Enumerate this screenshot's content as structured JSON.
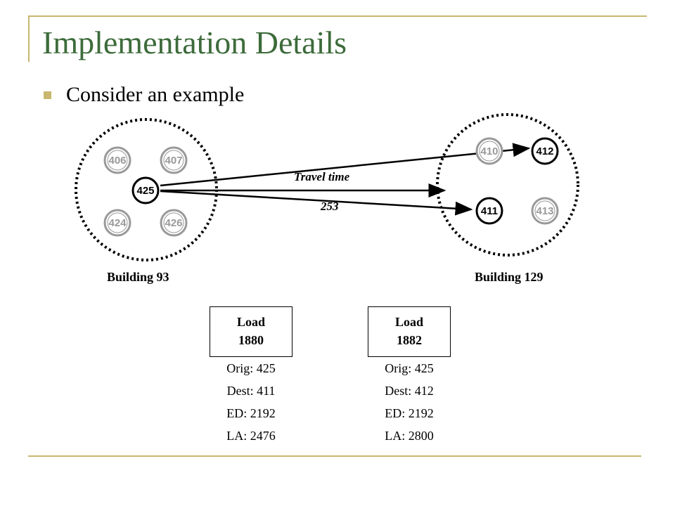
{
  "slide": {
    "title": "Implementation Details",
    "bullet": "Consider an example"
  },
  "buildings": [
    {
      "label": "Building 93"
    },
    {
      "label": "Building 129"
    }
  ],
  "nodes": {
    "n406": "406",
    "n407": "407",
    "n425": "425",
    "n424": "424",
    "n426": "426",
    "n410": "410",
    "n412": "412",
    "n411": "411",
    "n413": "413"
  },
  "travel": {
    "label": "Travel time",
    "value": "253"
  },
  "loads": [
    {
      "title": "Load",
      "id": "1880",
      "orig": "Orig: 425",
      "dest": "Dest: 411",
      "ed": "ED: 2192",
      "la": "LA: 2476"
    },
    {
      "title": "Load",
      "id": "1882",
      "orig": "Orig: 425",
      "dest": "Dest: 412",
      "ed": "ED: 2192",
      "la": "LA: 2800"
    }
  ],
  "colors": {
    "title": "#3d6b3b",
    "accent_rule": "#c9b770",
    "inactive_node": "#999999",
    "active_node": "#000000"
  }
}
